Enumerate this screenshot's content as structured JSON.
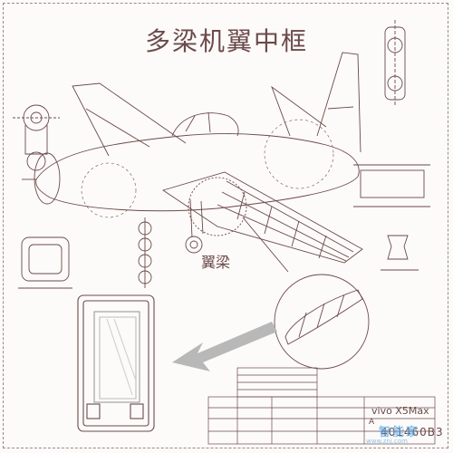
{
  "title": "多梁机翼中框",
  "wing_label": "翼梁",
  "title_block": {
    "model": "vivo X5Max",
    "part_number": "401460B3",
    "code": "A"
  },
  "watermark": {
    "text": "智能家",
    "url": "www.znj.com"
  },
  "colors": {
    "line": "#6b4a4a",
    "arrow": "#b0b0b0",
    "watermark": "#5aa9e6"
  }
}
